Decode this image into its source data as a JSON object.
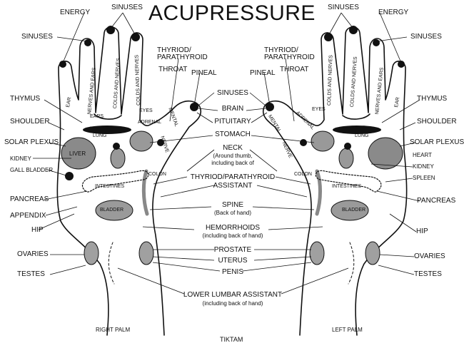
{
  "title": "ACUPRESSURE",
  "labels": {
    "energy": "ENERGY",
    "sinuses": "SINUSES",
    "thyroid_parathyroid": "THYRIOD/\nPARATHYROID",
    "throat": "THROAT",
    "pineal": "PINEAL",
    "brain": "BRAIN",
    "pituitary": "PITUITARY",
    "stomach": "STOMACH",
    "neck": "NECK",
    "neck_sub1": "(Around thumb,",
    "neck_sub2": "including back of",
    "colon": "COLON",
    "thyroid_assistant1": "THYRIOD/PARATHYROID",
    "thyroid_assistant2": "ASSISTANT",
    "spine": "SPINE",
    "spine_sub": "(Back of hand)",
    "hemorrhoids": "HEMORRHOIDS",
    "hemorrhoids_sub": "(including back of  hand)",
    "prostate": "PROSTATE",
    "uterus": "UTERUS",
    "penis": "PENIS",
    "lower_lumbar": "LOWER LUMBAR ASSISTANT",
    "lower_lumbar_sub": "(including back of  hand)",
    "thymus": "THYMUS",
    "shoulder": "SHOULDER",
    "solar_plexus": "SOLAR PLEXUS",
    "kidney": "KIDNEY",
    "gall_bladder": "GALL BLADDER",
    "pancreas": "PANCREAS",
    "appendix": "APPENDIX",
    "hip": "HIP",
    "ovaries": "OVARIES",
    "testes": "TESTES",
    "heart": "HEART",
    "spleen": "SPLEEN",
    "liver": "LIVER",
    "lung": "LUNG",
    "eyes": "EYES",
    "ears": "EARS",
    "ear": "EAR",
    "adrenal": "ADRENAL",
    "mental": "MENTAL",
    "nerve": "NERVE",
    "intestines": "INTESTINES",
    "bladder": "BLADDER",
    "colds_and_nerves": "COLDS AND NERVES",
    "nerves_and_ears": "NERVES AND EARS",
    "right_palm": "RIGHT PALM",
    "left_palm": "LEFT PALM",
    "credit": "TIKTAM"
  }
}
